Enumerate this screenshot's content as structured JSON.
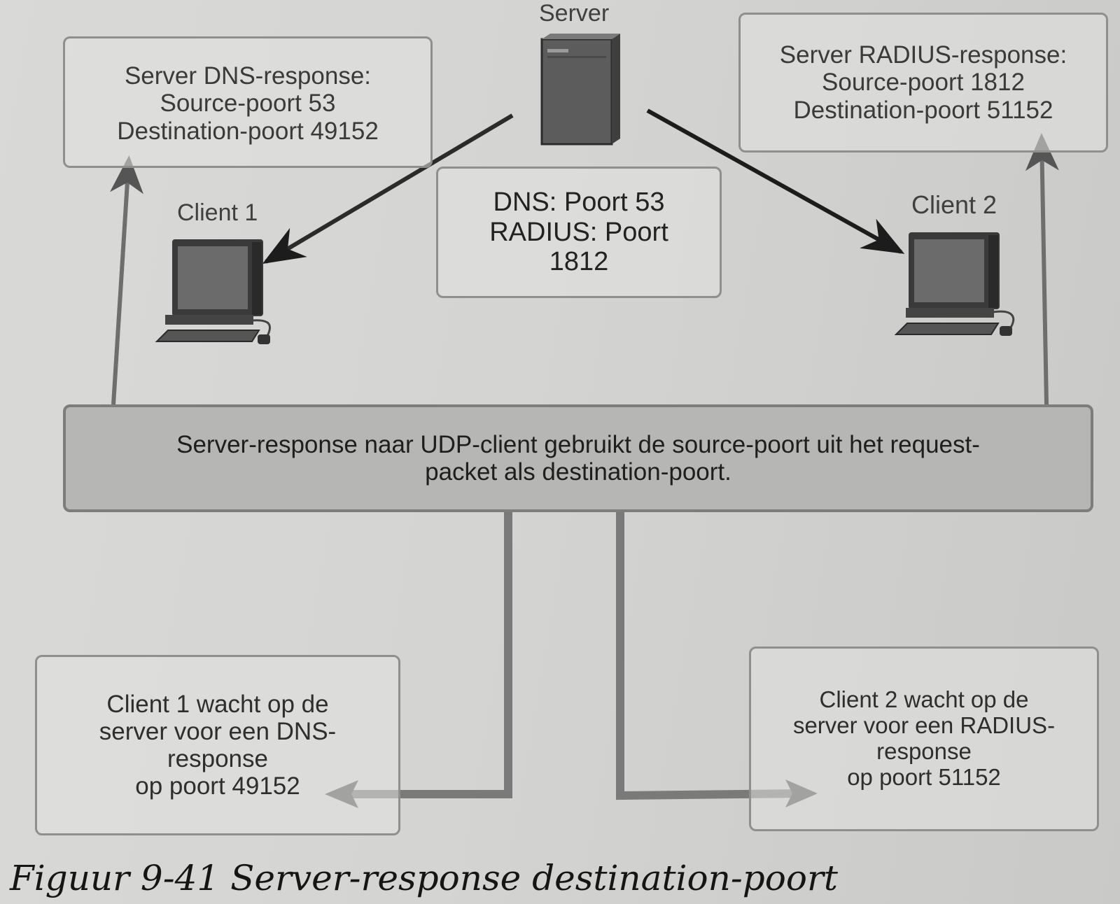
{
  "server": {
    "label": "Server"
  },
  "clients": {
    "client1_label": "Client 1",
    "client2_label": "Client 2"
  },
  "dns_response": {
    "lines": [
      "Server DNS-response:",
      "Source-poort 53",
      "Destination-poort 49152"
    ]
  },
  "radius_response": {
    "lines": [
      "Server RADIUS-response:",
      "Source-poort 1812",
      "Destination-poort 51152"
    ]
  },
  "ports": {
    "lines": [
      "DNS: Poort 53",
      "RADIUS: Poort",
      "1812"
    ]
  },
  "udp_note": {
    "lines": [
      "Server-response naar UDP-client gebruikt de source-poort uit het request-",
      "packet als destination-poort."
    ]
  },
  "client1_wait": {
    "lines": [
      "Client 1 wacht op de",
      "server voor een DNS-",
      "response",
      "op poort 49152"
    ]
  },
  "client2_wait": {
    "lines": [
      "Client 2 wacht op de",
      "server voor een RADIUS-",
      "response",
      "op poort 51152"
    ]
  },
  "caption": "Figuur 9-41  Server-response destination-poort",
  "colors": {
    "box_border": "#8f8f8f",
    "note_fill": "#b6b6b4",
    "arrow": "#1c1c1c",
    "connector": "#6e6e6e"
  }
}
